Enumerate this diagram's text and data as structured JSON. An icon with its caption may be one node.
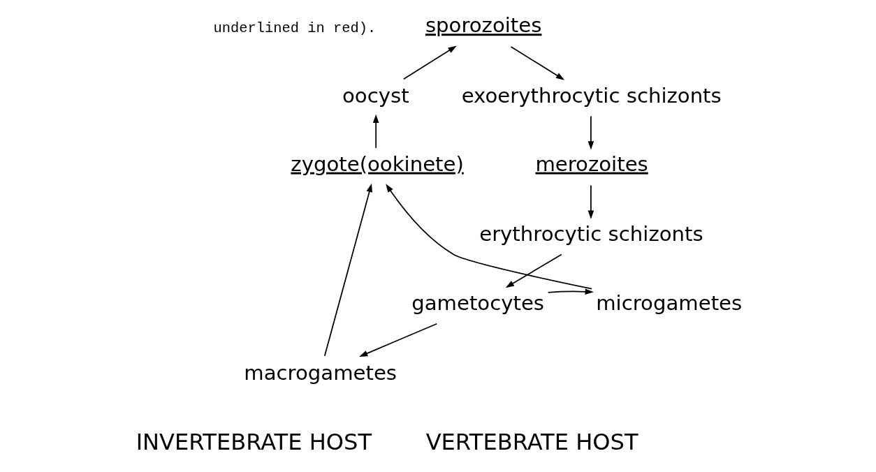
{
  "diagram": {
    "nodes": [
      {
        "text": [
          "sporozoites"
        ]
      },
      {
        "text": [
          "oocyst"
        ]
      },
      {
        "text": [
          "exoerythrocytic schizonts"
        ]
      },
      {
        "text": [
          "zygote(ookinete)"
        ]
      },
      {
        "text": [
          "merozoites"
        ]
      },
      {
        "text": [
          "erythrocytic schizonts"
        ]
      },
      {
        "text": [
          "microgametes"
        ]
      },
      {
        "text": [
          "gametocytes"
        ]
      },
      {
        "text": [
          "macrogametes"
        ]
      }
    ],
    "edges": [
      {
        "from": 1,
        "to": 0,
        "arrow": "to"
      },
      {
        "from": 0,
        "to": 2,
        "arrow": "to"
      },
      {
        "from": 2,
        "to": 4,
        "arrow": "to"
      },
      {
        "from": 4,
        "to": 5,
        "arrow": "to"
      },
      {
        "from": 5,
        "to": 7,
        "arrow": "to"
      },
      {
        "from": 7,
        "to": 6,
        "arrow": "to"
      },
      {
        "from": 7,
        "to": 8,
        "arrow": "to"
      },
      {
        "from": 6,
        "to": 3,
        "arrow": "to"
      },
      {
        "from": 8,
        "to": 3,
        "arrow": "to"
      },
      {
        "from": 3,
        "to": 1,
        "arrow": "to"
      }
    ],
    "labels": [
      "underlined in red).",
      "INVERTEBRATE HOST",
      "VERTEBRATE HOST"
    ]
  }
}
